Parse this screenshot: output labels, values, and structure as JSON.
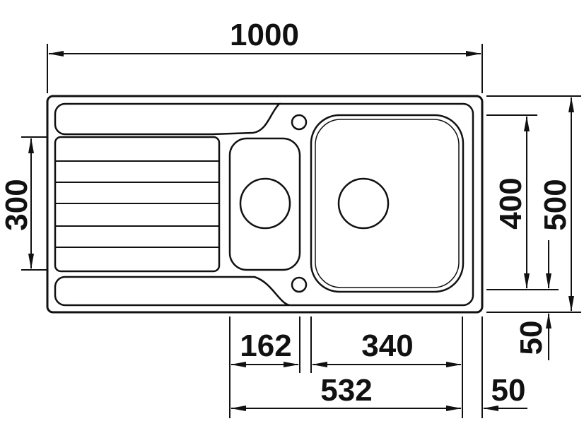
{
  "diagram": {
    "type": "technical-dimension-drawing",
    "subject": "double-bowl sink with drainer",
    "colors": {
      "line": "#111111",
      "background": "#ffffff"
    },
    "dimensions": {
      "overall_width": "1000",
      "drainer_width": "300",
      "bowl_depth": "400",
      "overall_depth": "500",
      "front_offset": "50",
      "small_bowl_width": "162",
      "large_bowl_width": "340",
      "bowls_total_width": "532",
      "right_offset": "50"
    }
  }
}
